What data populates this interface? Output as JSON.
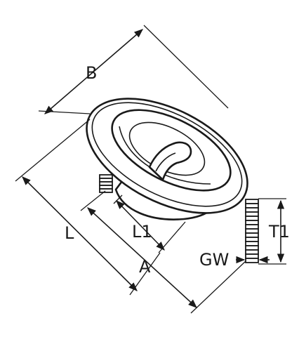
{
  "labels": {
    "B": "B",
    "L": "L",
    "L1": "L1",
    "A": "A",
    "GW": "GW",
    "T1": "T1"
  },
  "colors": {
    "line": "#1a1a1a",
    "shade": "#d9d9d9",
    "background": "#ffffff"
  }
}
